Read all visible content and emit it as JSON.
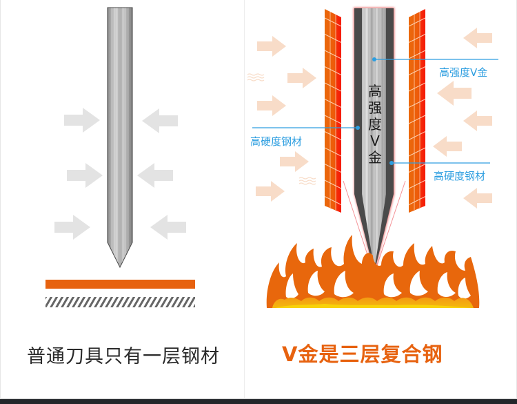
{
  "left": {
    "caption": "普通刀具只有一层钢材"
  },
  "right": {
    "caption": "V金是三层复合钢",
    "core_vertical_label": "高强度V金",
    "callouts": {
      "core": "高强度V金",
      "outer_left": "高硬度钢材",
      "outer_right": "高硬度钢材"
    }
  },
  "icons": {
    "pressure_arrow": "arrow-icon",
    "heat_wave": "heat-wave-icon",
    "flame": "flame-icon"
  },
  "colors": {
    "accent_orange": "#e7620f",
    "callout_blue": "#2d9ee0",
    "steel_gray": "#9a9a9a",
    "left_arrow_gray": "#e3e3e3",
    "right_arrow_peach": "#f8dcc8",
    "outer_layer_red": "#f31b0a"
  }
}
